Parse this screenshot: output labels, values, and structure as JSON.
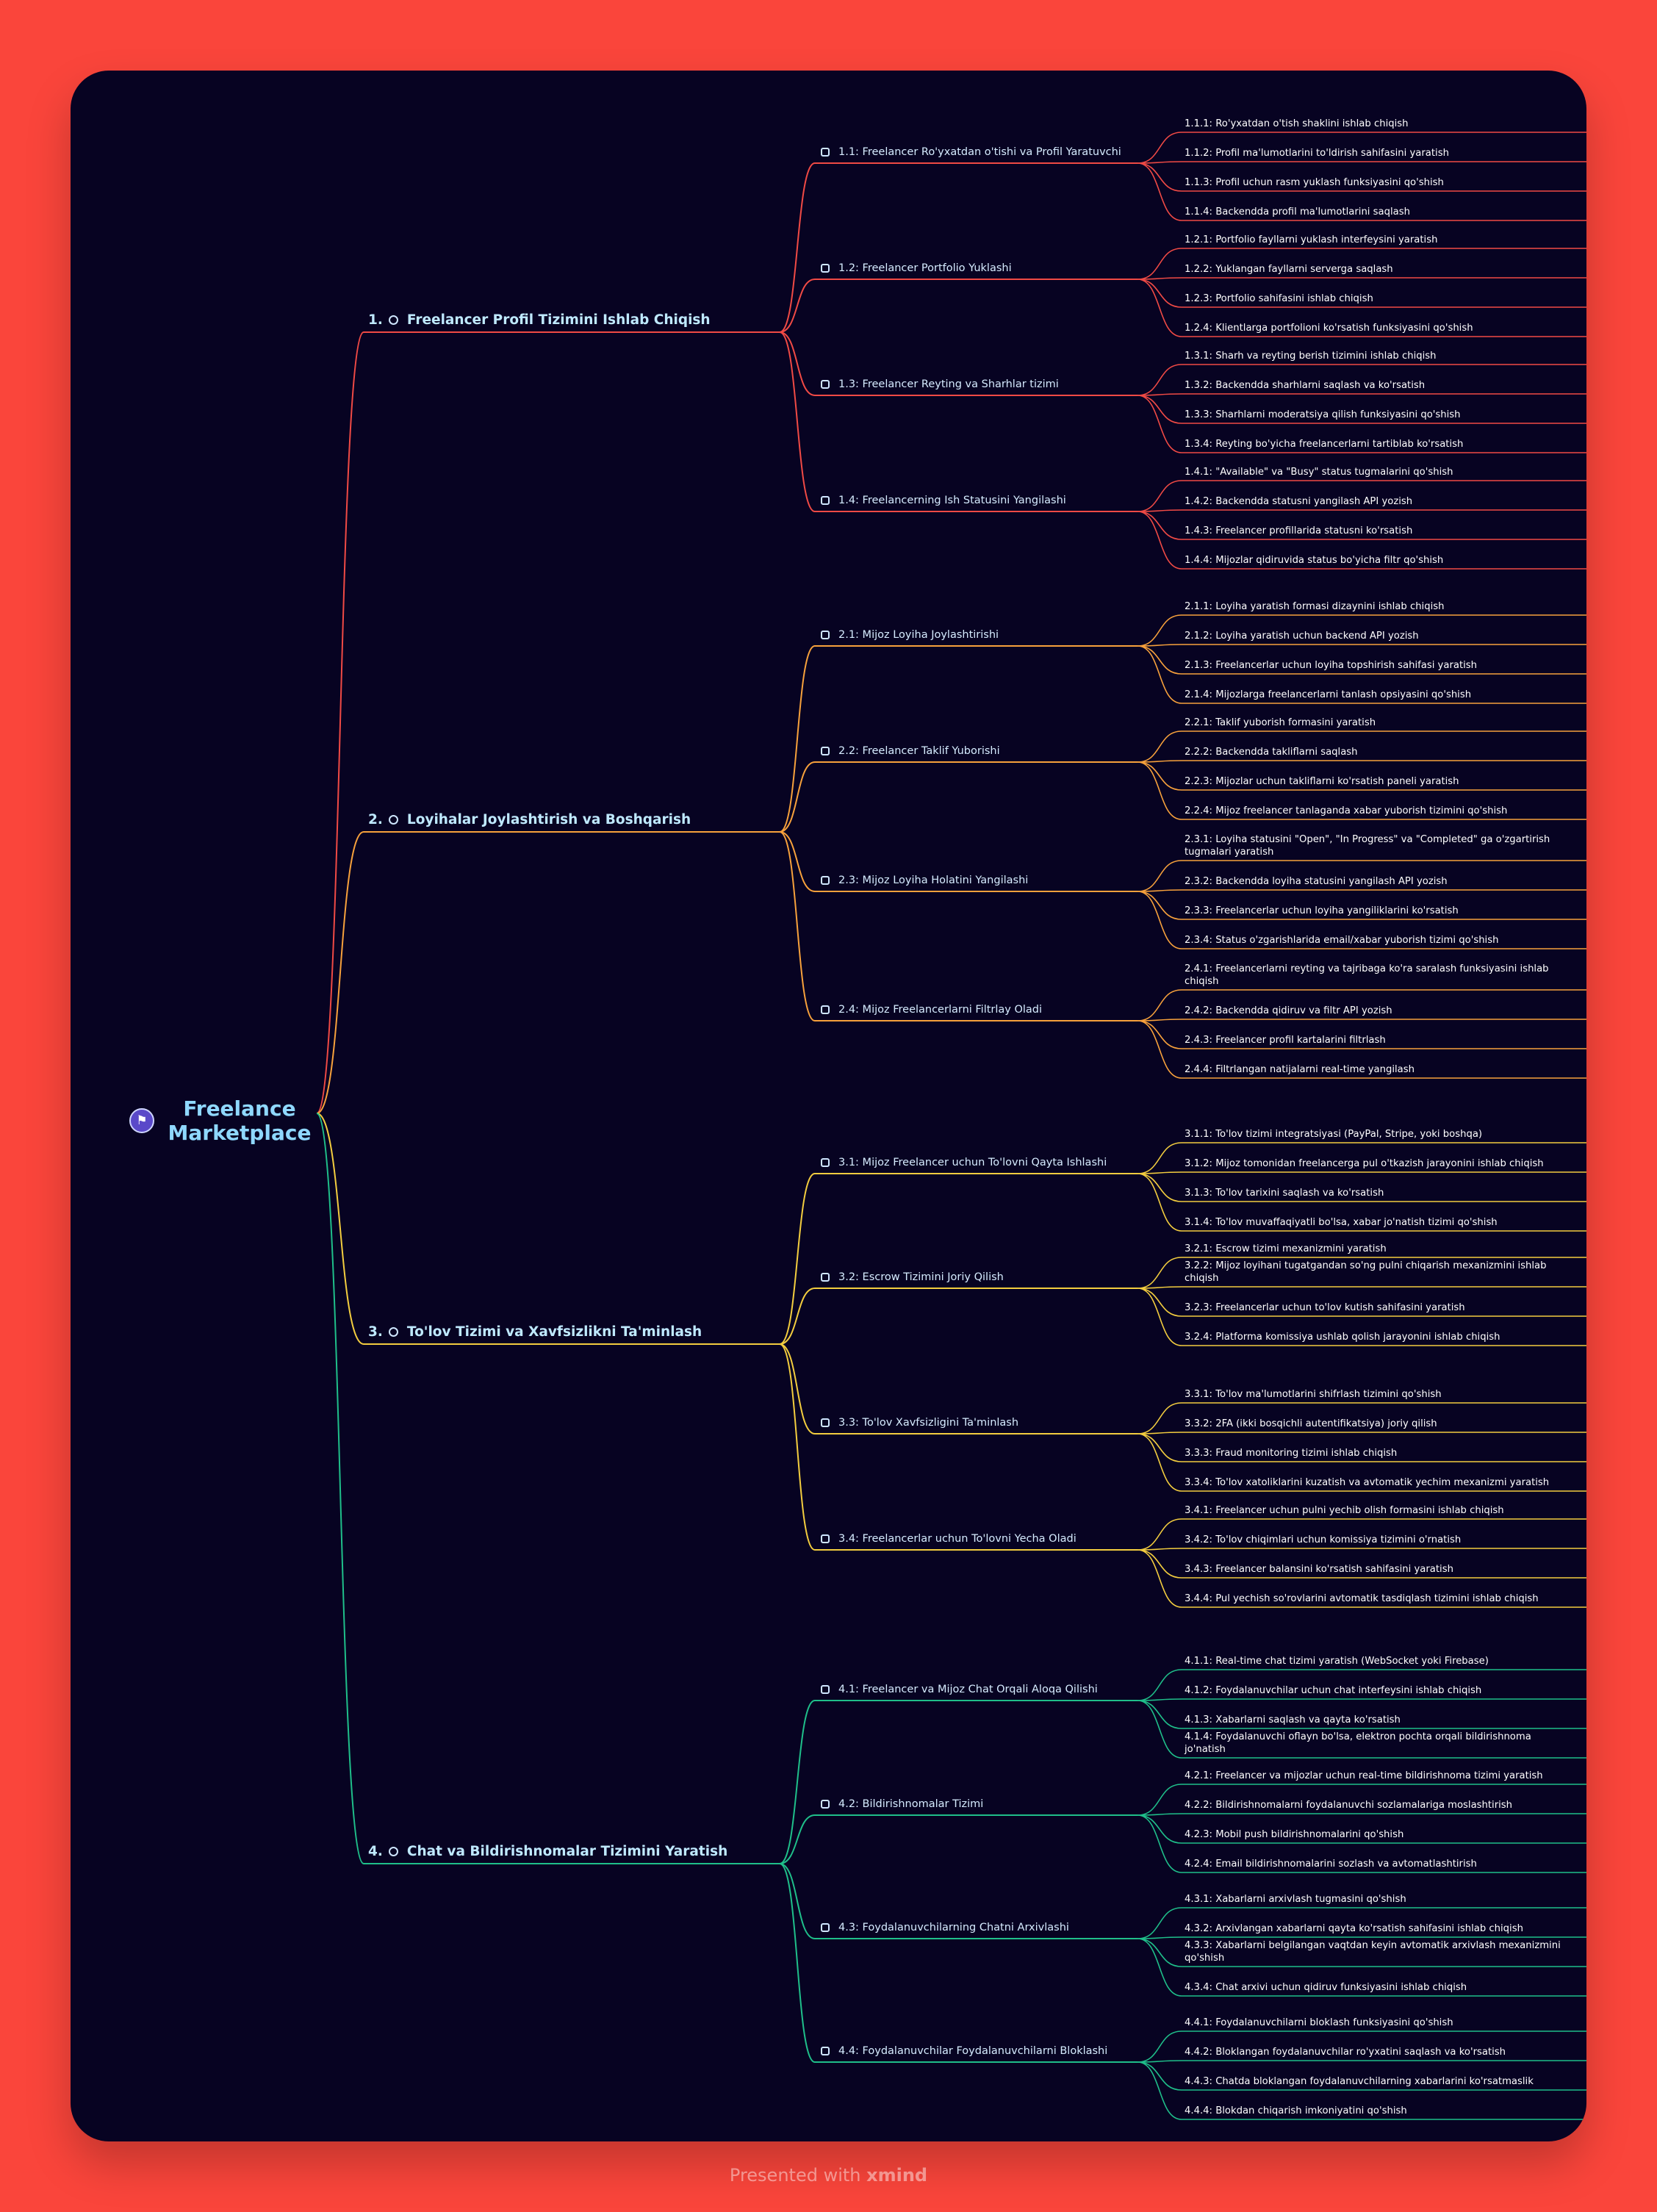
{
  "root": {
    "title": "Freelance Marketplace",
    "icon": "flag-icon"
  },
  "colors": {
    "page_bg": "#fa453b",
    "card_bg": "#070322",
    "branches": [
      "#f04a45",
      "#f7a13c",
      "#f3cd3f",
      "#1fbf8a"
    ]
  },
  "branches": [
    {
      "num": "1.",
      "title": "Freelancer Profil Tizimini Ishlab Chiqish",
      "subs": [
        {
          "title": "1.1: Freelancer Ro'yxatdan o'tishi va Profil Yaratuvchi",
          "tasks": [
            "1.1.1: Ro'yxatdan o'tish shaklini ishlab chiqish",
            "1.1.2: Profil ma'lumotlarini to'ldirish sahifasini yaratish",
            "1.1.3: Profil uchun rasm yuklash funksiyasini qo'shish",
            "1.1.4: Backendda profil ma'lumotlarini saqlash"
          ]
        },
        {
          "title": "1.2: Freelancer Portfolio Yuklashi",
          "tasks": [
            "1.2.1: Portfolio fayllarni yuklash interfeysini yaratish",
            "1.2.2: Yuklangan fayllarni serverga saqlash",
            "1.2.3: Portfolio sahifasini ishlab chiqish",
            "1.2.4: Klientlarga portfolioni ko'rsatish funksiyasini qo'shish"
          ]
        },
        {
          "title": "1.3: Freelancer Reyting va Sharhlar tizimi",
          "tasks": [
            "1.3.1: Sharh va reyting berish tizimini ishlab chiqish",
            "1.3.2: Backendda sharhlarni saqlash va ko'rsatish",
            "1.3.3: Sharhlarni moderatsiya qilish funksiyasini qo'shish",
            "1.3.4: Reyting bo'yicha freelancerlarni tartiblab ko'rsatish"
          ]
        },
        {
          "title": "1.4: Freelancerning Ish Statusini Yangilashi",
          "tasks": [
            "1.4.1: \"Available\" va \"Busy\" status tugmalarini qo'shish",
            "1.4.2: Backendda statusni yangilash API yozish",
            "1.4.3: Freelancer profillarida statusni ko'rsatish",
            "1.4.4: Mijozlar qidiruvida status bo'yicha filtr qo'shish"
          ]
        }
      ]
    },
    {
      "num": "2.",
      "title": "Loyihalar Joylashtirish va Boshqarish",
      "subs": [
        {
          "title": "2.1: Mijoz Loyiha Joylashtirishi",
          "tasks": [
            "2.1.1: Loyiha yaratish formasi dizaynini ishlab chiqish",
            "2.1.2: Loyiha yaratish uchun backend API yozish",
            "2.1.3: Freelancerlar uchun loyiha topshirish sahifasi yaratish",
            "2.1.4: Mijozlarga freelancerlarni tanlash opsiyasini qo'shish"
          ]
        },
        {
          "title": "2.2: Freelancer Taklif Yuborishi",
          "tasks": [
            "2.2.1: Taklif yuborish formasini yaratish",
            "2.2.2: Backendda takliflarni saqlash",
            "2.2.3: Mijozlar uchun takliflarni ko'rsatish paneli yaratish",
            "2.2.4: Mijoz freelancer tanlaganda xabar yuborish tizimini qo'shish"
          ]
        },
        {
          "title": "2.3: Mijoz Loyiha Holatini Yangilashi",
          "tasks": [
            "2.3.1: Loyiha statusini \"Open\", \"In Progress\" va \"Completed\" ga o'zgartirish tugmalari yaratish",
            "2.3.2: Backendda loyiha statusini yangilash API yozish",
            "2.3.3: Freelancerlar uchun loyiha yangiliklarini ko'rsatish",
            "2.3.4: Status o'zgarishlarida email/xabar yuborish tizimi qo'shish"
          ]
        },
        {
          "title": "2.4: Mijoz Freelancerlarni Filtrlay Oladi",
          "tasks": [
            "2.4.1: Freelancerlarni reyting va tajribaga ko'ra saralash funksiyasini ishlab chiqish",
            "2.4.2: Backendda qidiruv va filtr API yozish",
            "2.4.3: Freelancer profil kartalarini filtrlash",
            "2.4.4: Filtrlangan natijalarni real-time yangilash"
          ]
        }
      ]
    },
    {
      "num": "3.",
      "title": "To'lov Tizimi va Xavfsizlikni Ta'minlash",
      "subs": [
        {
          "title": "3.1: Mijoz Freelancer uchun To'lovni Qayta Ishlashi",
          "tasks": [
            "3.1.1: To'lov tizimi integratsiyasi (PayPal, Stripe, yoki boshqa)",
            "3.1.2: Mijoz tomonidan freelancerga pul o'tkazish jarayonini ishlab chiqish",
            "3.1.3: To'lov tarixini saqlash va ko'rsatish",
            "3.1.4: To'lov muvaffaqiyatli bo'lsa, xabar jo'natish tizimi qo'shish"
          ]
        },
        {
          "title": "3.2: Escrow Tizimini Joriy Qilish",
          "tasks": [
            "3.2.1: Escrow tizimi mexanizmini yaratish",
            "3.2.2: Mijoz loyihani tugatgandan so'ng pulni chiqarish mexanizmini ishlab chiqish",
            "3.2.3: Freelancerlar uchun to'lov kutish sahifasini yaratish",
            "3.2.4: Platforma komissiya ushlab qolish jarayonini ishlab chiqish"
          ]
        },
        {
          "title": "3.3: To'lov Xavfsizligini Ta'minlash",
          "tasks": [
            "3.3.1: To'lov ma'lumotlarini shifrlash tizimini qo'shish",
            "3.3.2: 2FA (ikki bosqichli autentifikatsiya) joriy qilish",
            "3.3.3: Fraud monitoring tizimi ishlab chiqish",
            "3.3.4: To'lov xatoliklarini kuzatish va avtomatik yechim mexanizmi yaratish"
          ]
        },
        {
          "title": "3.4: Freelancerlar uchun To'lovni Yecha Oladi",
          "tasks": [
            "3.4.1: Freelancer uchun pulni yechib olish formasini ishlab chiqish",
            "3.4.2: To'lov chiqimlari uchun komissiya tizimini o'rnatish",
            "3.4.3: Freelancer balansini ko'rsatish sahifasini yaratish",
            "3.4.4: Pul yechish so'rovlarini avtomatik tasdiqlash tizimini ishlab chiqish"
          ]
        }
      ]
    },
    {
      "num": "4.",
      "title": "Chat va Bildirishnomalar Tizimini Yaratish",
      "subs": [
        {
          "title": "4.1: Freelancer va Mijoz Chat Orqali Aloqa Qilishi",
          "tasks": [
            "4.1.1: Real-time chat tizimi yaratish (WebSocket yoki Firebase)",
            "4.1.2: Foydalanuvchilar uchun chat interfeysini ishlab chiqish",
            "4.1.3: Xabarlarni saqlash va qayta ko'rsatish",
            "4.1.4: Foydalanuvchi oflayn bo'lsa, elektron pochta orqali bildirishnoma jo'natish"
          ]
        },
        {
          "title": "4.2: Bildirishnomalar Tizimi",
          "tasks": [
            "4.2.1: Freelancer va mijozlar uchun real-time bildirishnoma tizimi yaratish",
            "4.2.2: Bildirishnomalarni foydalanuvchi sozlamalariga moslashtirish",
            "4.2.3: Mobil push bildirishnomalarini qo'shish",
            "4.2.4: Email bildirishnomalarini sozlash va avtomatlashtirish"
          ]
        },
        {
          "title": "4.3: Foydalanuvchilarning Chatni Arxivlashi",
          "tasks": [
            "4.3.1: Xabarlarni arxivlash tugmasini qo'shish",
            "4.3.2: Arxivlangan xabarlarni qayta ko'rsatish sahifasini ishlab chiqish",
            "4.3.3: Xabarlarni belgilangan vaqtdan keyin avtomatik arxivlash mexanizmini qo'shish",
            "4.3.4: Chat arxivi uchun qidiruv funksiyasini ishlab chiqish"
          ]
        },
        {
          "title": "4.4: Foydalanuvchilar Foydalanuvchilarni Bloklashi",
          "tasks": [
            "4.4.1: Foydalanuvchilarni bloklash funksiyasini qo'shish",
            "4.4.2: Bloklangan foydalanuvchilar ro'yxatini saqlash va ko'rsatish",
            "4.4.3: Chatda bloklangan foydalanuvchilarning xabarlarini ko'rsatmaslik",
            "4.4.4: Blokdan chiqarish imkoniyatini qo'shish"
          ]
        }
      ]
    }
  ],
  "footer": {
    "prefix": "Presented with",
    "brand": "xmind"
  }
}
